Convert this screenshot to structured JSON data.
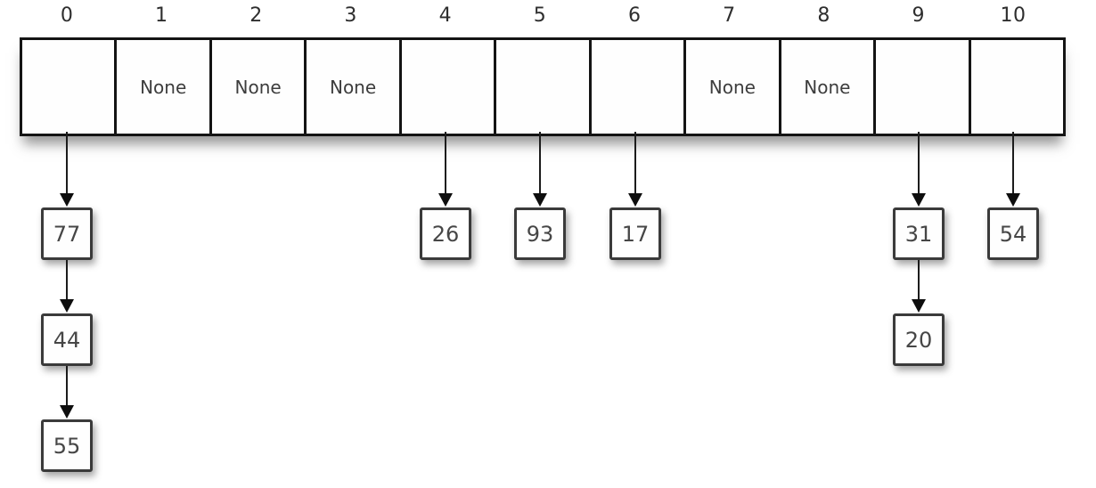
{
  "diagram": {
    "kind": "hash-table-with-chaining",
    "slot_count": 11,
    "index_labels": [
      "0",
      "1",
      "2",
      "3",
      "4",
      "5",
      "6",
      "7",
      "8",
      "9",
      "10"
    ],
    "slots": [
      {
        "index": "0",
        "content": "",
        "chain": [
          "77",
          "44",
          "55"
        ]
      },
      {
        "index": "1",
        "content": "None",
        "chain": []
      },
      {
        "index": "2",
        "content": "None",
        "chain": []
      },
      {
        "index": "3",
        "content": "None",
        "chain": []
      },
      {
        "index": "4",
        "content": "",
        "chain": [
          "26"
        ]
      },
      {
        "index": "5",
        "content": "",
        "chain": [
          "93"
        ]
      },
      {
        "index": "6",
        "content": "",
        "chain": [
          "17"
        ]
      },
      {
        "index": "7",
        "content": "None",
        "chain": []
      },
      {
        "index": "8",
        "content": "None",
        "chain": []
      },
      {
        "index": "9",
        "content": "",
        "chain": [
          "31",
          "20"
        ]
      },
      {
        "index": "10",
        "content": "",
        "chain": [
          "54"
        ]
      }
    ],
    "colors": {
      "background": "#ffffff",
      "table_border": "#141414",
      "node_border": "#3a3a3a",
      "text": "#3d3d3d",
      "arrow": "#0e0e0e"
    }
  }
}
